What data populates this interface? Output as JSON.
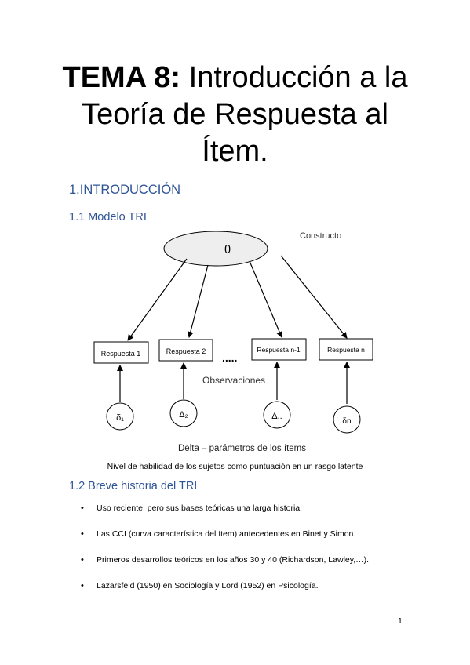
{
  "title": {
    "bold_part": "TEMA 8:",
    "line1_rest": " Introducción a la",
    "line2": "Teoría de Respuesta al",
    "line3": "Ítem."
  },
  "section1": {
    "heading": "1.INTRODUCCIÓN"
  },
  "section1_1": {
    "heading": "1.1 Modelo TRI",
    "diagram": {
      "construct_symbol": "θ",
      "construct_label": "Constructo",
      "responses": [
        "Respuesta 1",
        "Respuesta 2",
        "Respuesta n-1",
        "Respuesta n"
      ],
      "ellipsis": ".....",
      "observations_label": "Observaciones",
      "deltas": [
        "δ₁",
        "Δ₂",
        "Δ..",
        "δn"
      ],
      "delta_label": "Delta – parámetros de los ítems"
    },
    "caption": "Nivel de habilidad de los sujetos como puntuación en un rasgo latente"
  },
  "section1_2": {
    "heading": "1.2 Breve historia del TRI",
    "bullets": [
      "Uso reciente, pero sus bases teóricas una larga historia.",
      "Las CCI (curva característica del ítem) antecedentes en Binet y Simon.",
      "Primeros desarrollos teóricos en los años 30 y 40 (Richardson, Lawley,…).",
      "Lazarsfeld (1950) en Sociología y Lord (1952) en Psicología."
    ]
  },
  "page_number": "1"
}
